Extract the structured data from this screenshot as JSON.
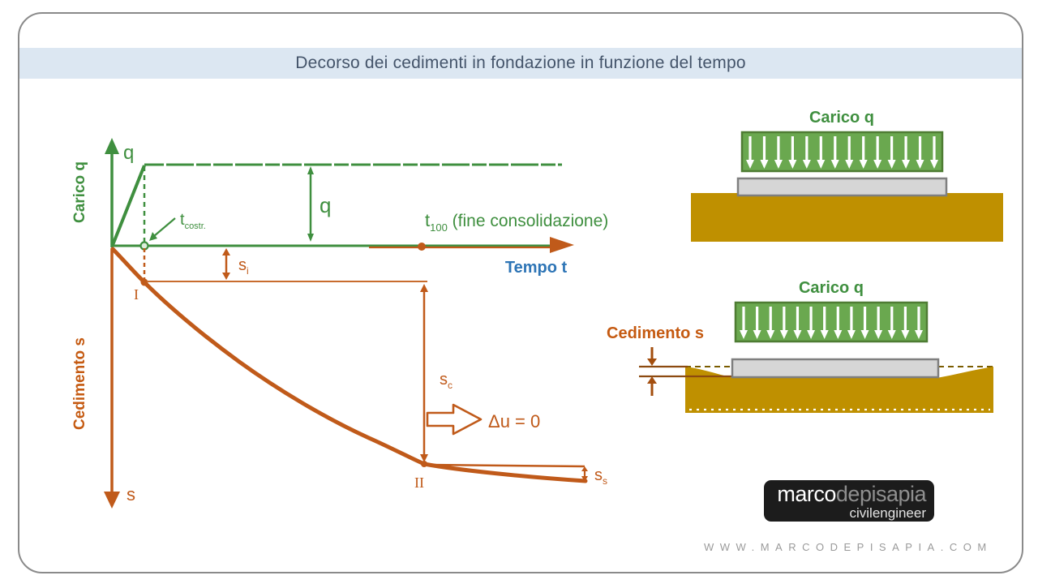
{
  "title": "Decorso dei cedimenti in fondazione in funzione del tempo",
  "colors": {
    "title_bar_bg": "#dce7f2",
    "title_text": "#44546a",
    "scan_green": "#3f8f3f",
    "scan_orange": "#c05a1a",
    "label_orange": "#c55a11",
    "time_blue": "#2e75b6",
    "soil": "#bf9000",
    "slab_fill": "#d6d6d6",
    "slab_border": "#7f7f7f",
    "load_fill": "#6aa84f",
    "load_border": "#4e7c33"
  },
  "chart": {
    "load_axis_label": "Carico q",
    "settlement_axis_label": "Cedimento s",
    "time_axis_label": "Tempo t",
    "q_axis_letter": "q",
    "q_measure": "q",
    "s_axis_letter": "s",
    "t_costr": {
      "main": "t",
      "sub": "costr."
    },
    "t100": {
      "main": "t",
      "sub": "100",
      "note": " (fine consolidazione)"
    },
    "si": {
      "main": "s",
      "sub": "i"
    },
    "sc": {
      "main": "s",
      "sub": "c"
    },
    "ss": {
      "main": "s",
      "sub": "s"
    },
    "point1": "I",
    "point2": "II",
    "du_label": "Δu = 0"
  },
  "right_diagrams": {
    "arrow_count": 14,
    "top": {
      "load_label": "Carico q"
    },
    "bottom": {
      "load_label": "Carico q",
      "settlement_label": "Cedimento s"
    }
  },
  "footer": {
    "logo_part1": "marco",
    "logo_part2": "depisapia",
    "logo_line2": "civilengineer",
    "website": "WWW.MARCODEPISAPIA.COM"
  }
}
